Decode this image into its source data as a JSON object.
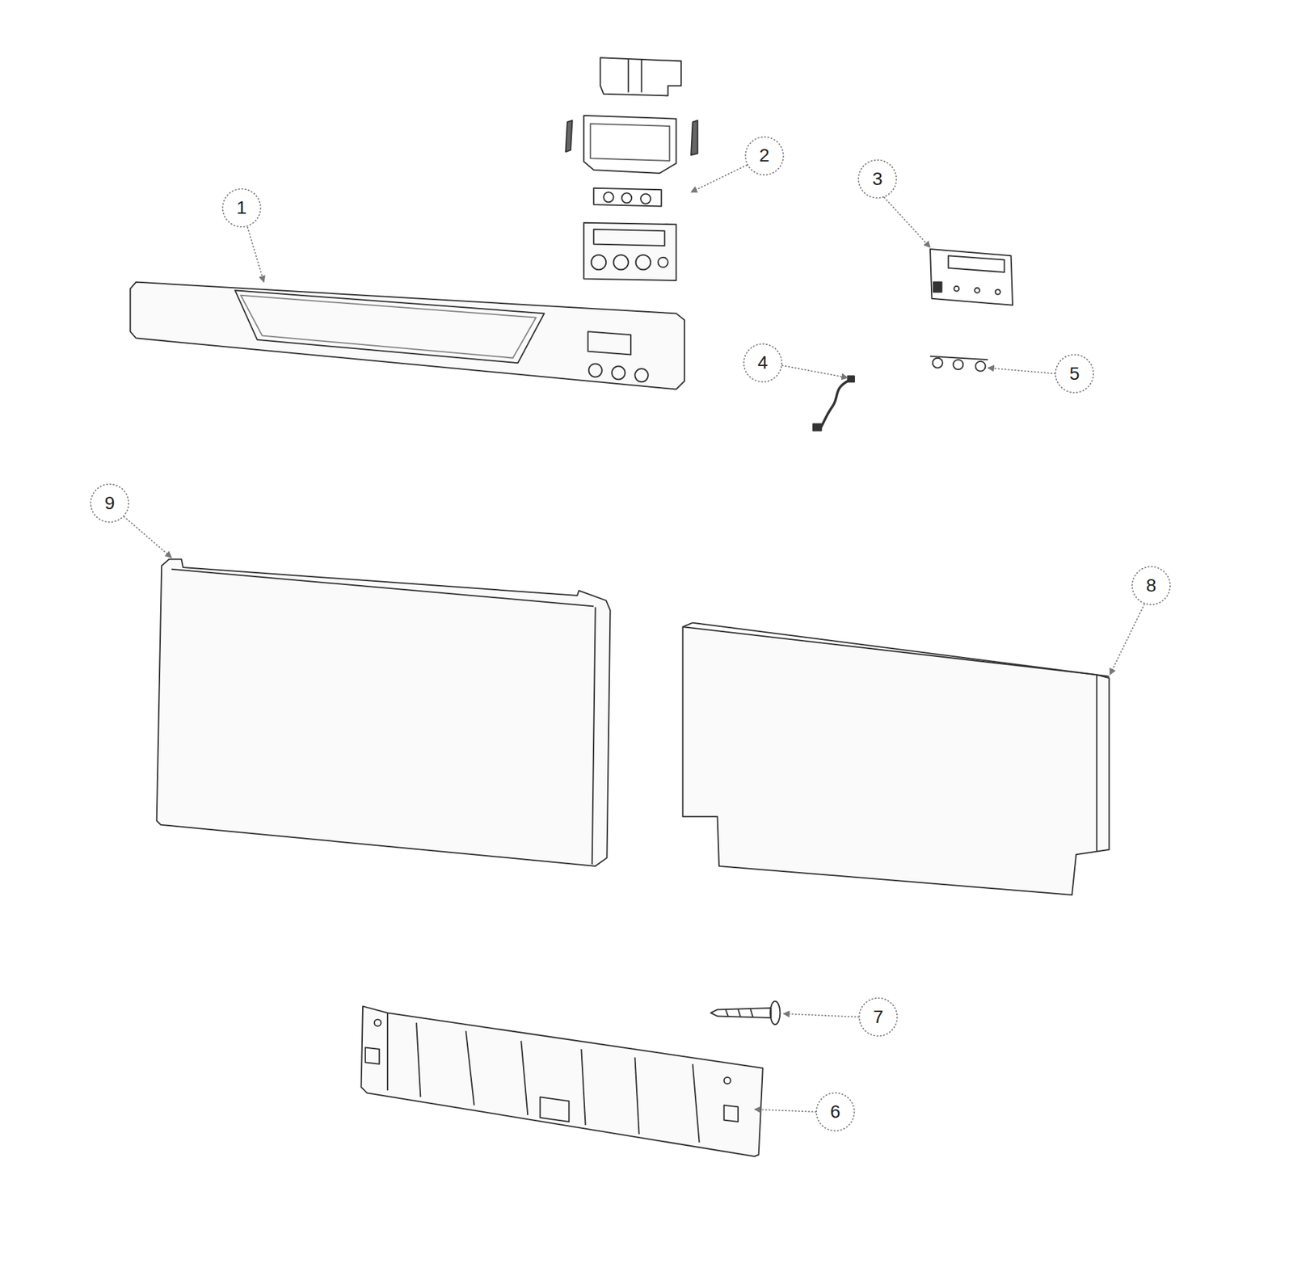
{
  "diagram": {
    "labels": [
      "1",
      "2",
      "3",
      "4",
      "5",
      "6",
      "7",
      "8",
      "9"
    ]
  }
}
